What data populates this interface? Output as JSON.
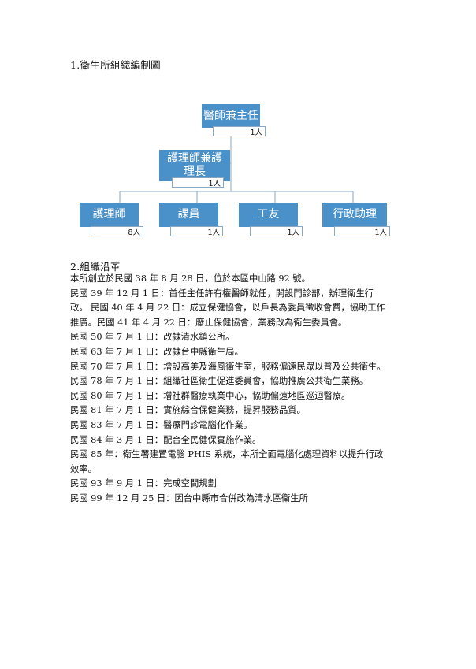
{
  "heading_1": "1.衛生所組織編制圖",
  "org_chart": {
    "top": {
      "title": "醫師兼主任",
      "count": "1人"
    },
    "middle": {
      "title_line1": "護理師兼護",
      "title_line2": "理長",
      "count": "1人"
    },
    "bottom": [
      {
        "title": "護理師",
        "count": "8人"
      },
      {
        "title": "課員",
        "count": "1人"
      },
      {
        "title": "工友",
        "count": "1人"
      },
      {
        "title": "行政助理",
        "count": "1人"
      }
    ]
  },
  "heading_2": "2.組織沿革",
  "history_lines": [
    "本所創立於民國 38 年 8 月 28 日，位於本區中山路 92 號。",
    "民國 39 年 12 月 1 日：首任主任許有權醫師就任，開設門診部，辦理衛生行",
    "政。 民國 40 年 4 月 22 日：成立保健協會，以戶長為委員徵收會費，協助工作",
    "推廣。民國 41 年 4 月 22 日：廢止保健協會，業務改為衛生委員會。",
    "民國 50 年 7 月 1 日：改隸清水鎮公所。",
    "民國 63 年 7 月 1 日：改隸台中縣衛生局。",
    "民國 70 年 7 月 1 日：增設高美及海風衛生室，服務偏遠民眾以普及公共衛生。",
    "民國 78 年 7 月 1 日：組織社區衛生促進委員會，協助推廣公共衛生業務。",
    "民國 80 年 7 月 1 日：增社群醫療執業中心，協助偏遠地區巡迴醫療。",
    "民國 81 年 7 月 1 日：實施綜合保健業務，提昇服務品質。",
    "民國 83 年 7 月 1 日：醫療門診電腦化作業。",
    "民國 84 年 3 月 1 日：配合全民健保實施作業。",
    "民國 85 年：衛生署建置電腦 PHIS 系統，本所全面電腦化處理資料以提升行政",
    "效率。",
    "民國 93 年 9 月 1 日：完成空間規劃",
    "民國 99 年 12 月 25 日：因台中縣市合併改為清水區衛生所"
  ]
}
